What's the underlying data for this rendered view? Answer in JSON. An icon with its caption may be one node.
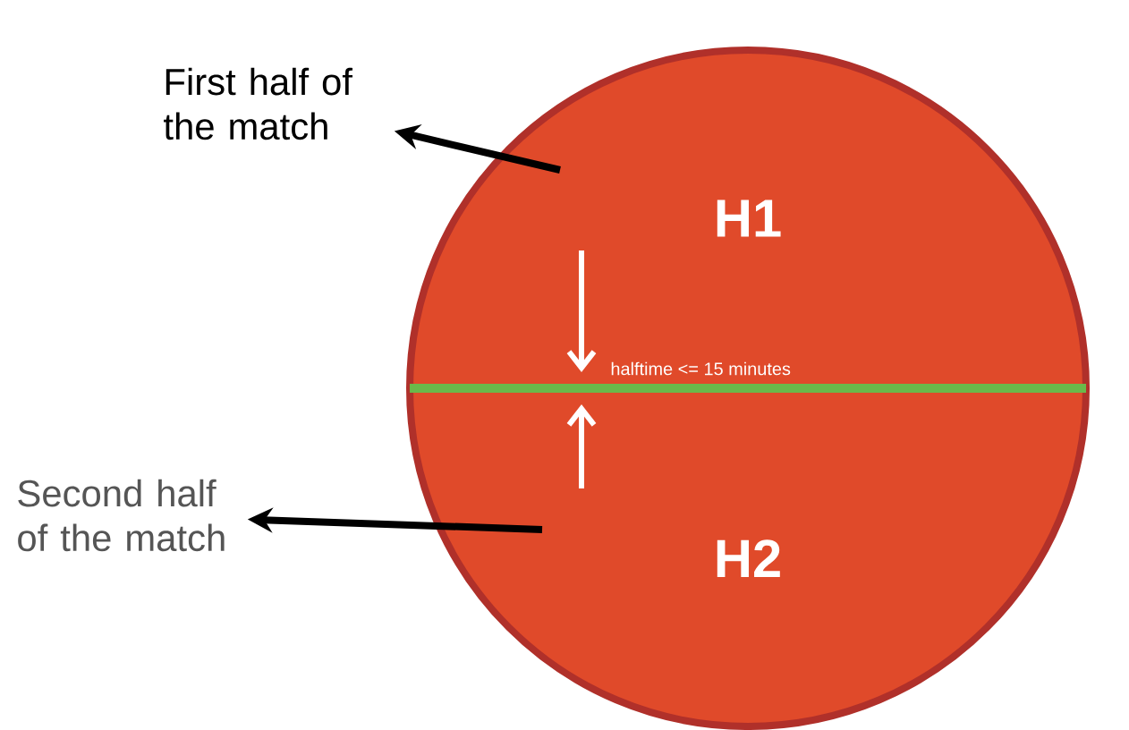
{
  "diagram": {
    "nodes": [
      {
        "text": [
          "First half of the match"
        ]
      },
      {
        "text": [
          "Second half of the match"
        ]
      },
      {
        "text": [
          "H1"
        ]
      },
      {
        "text": [
          "H2"
        ]
      }
    ],
    "edges": [
      {
        "from": 2,
        "to": 0,
        "arrow": "to"
      },
      {
        "from": 3,
        "to": 1,
        "arrow": "to"
      }
    ],
    "labels": [
      "halftime <= 15 minutes"
    ]
  }
}
